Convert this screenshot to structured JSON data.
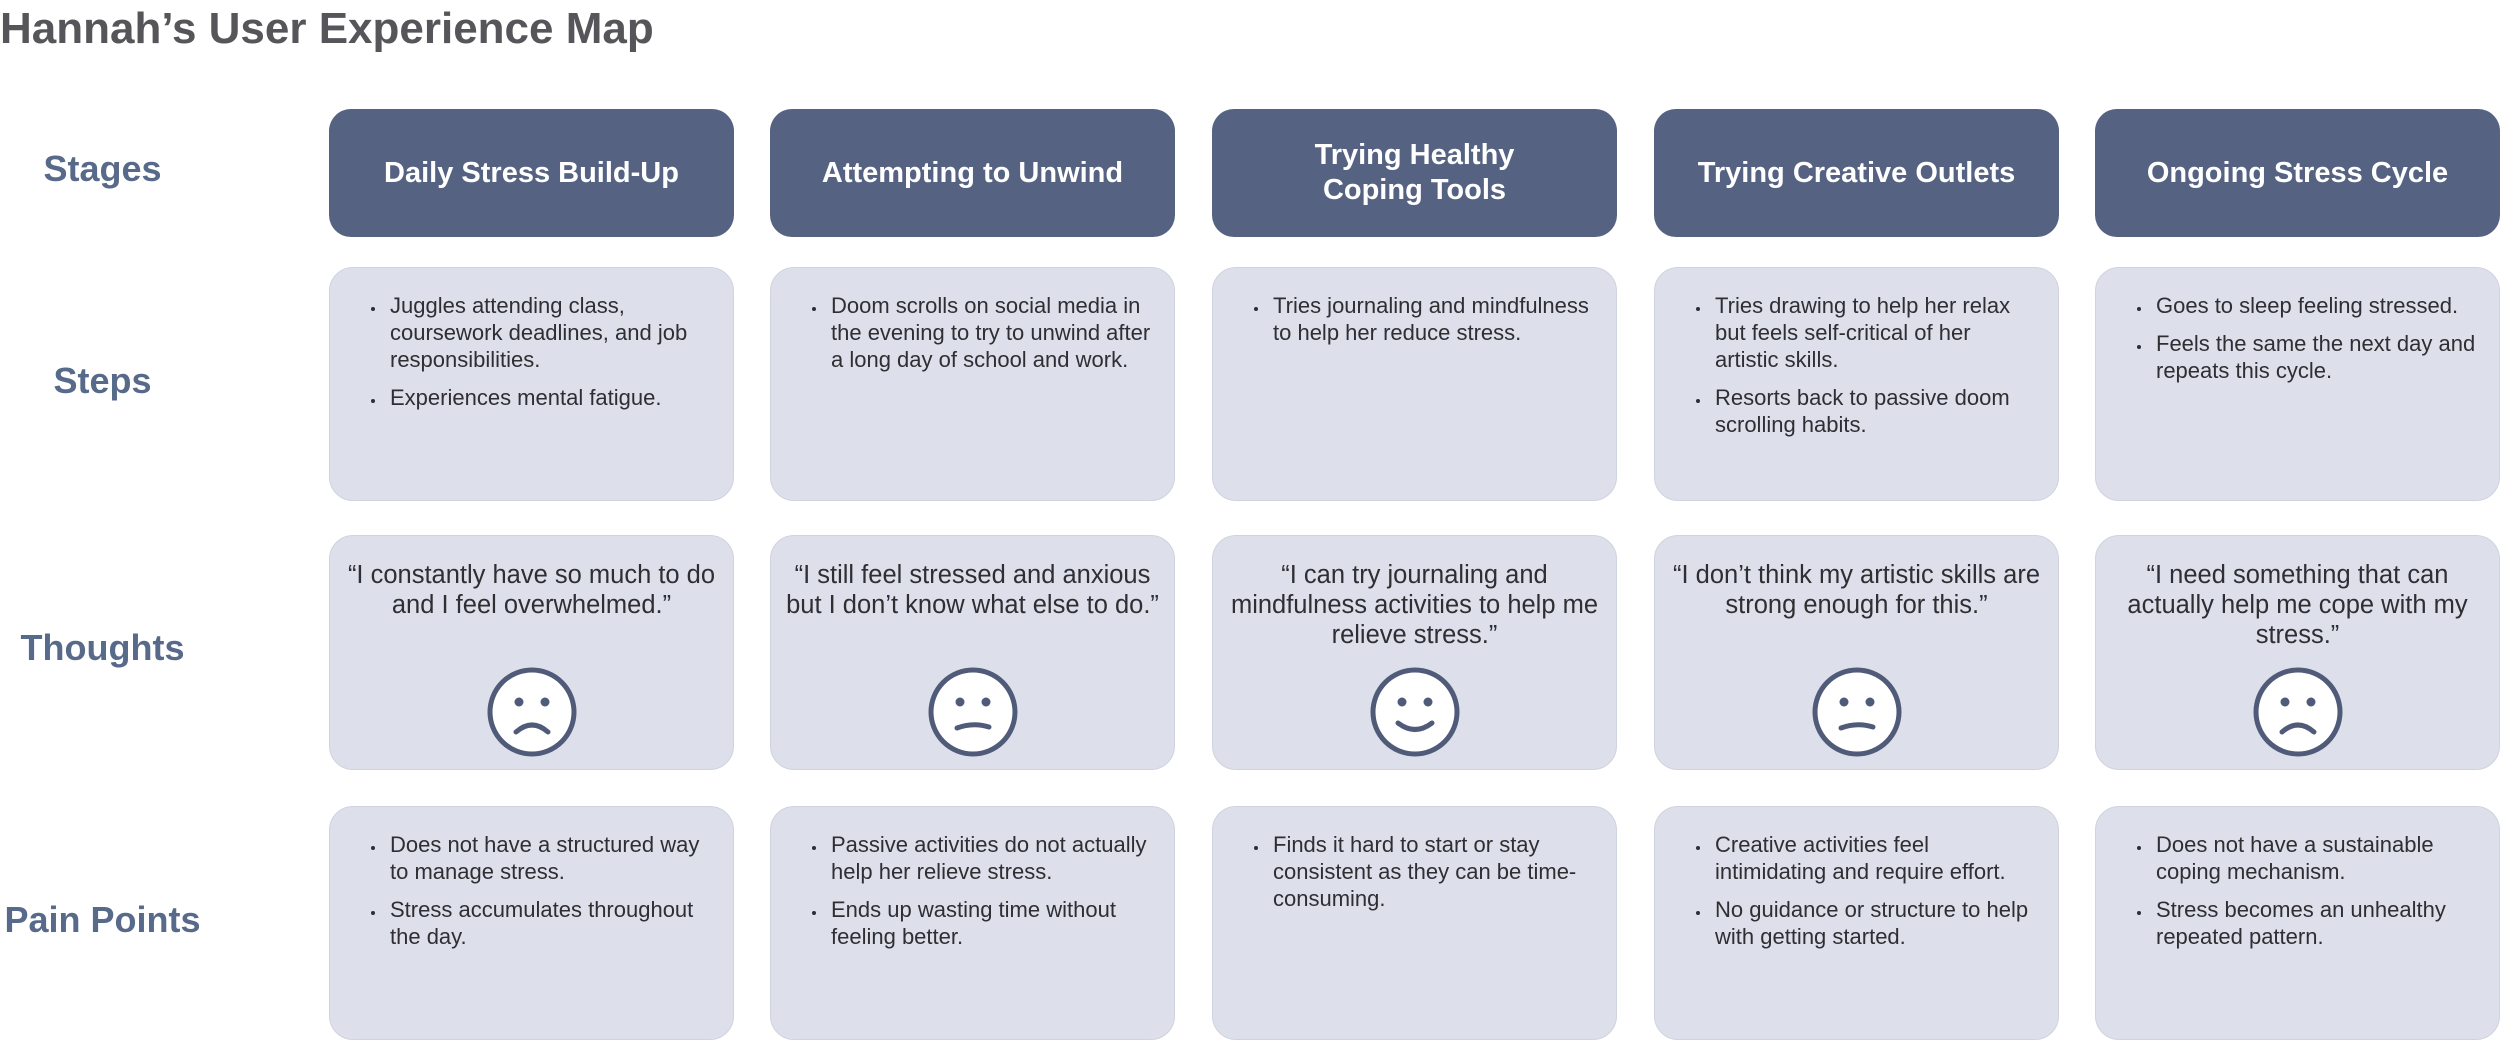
{
  "title": "Hannah’s User Experience Map",
  "row_labels": {
    "stages": "Stages",
    "steps": "Steps",
    "thoughts": "Thoughts",
    "pain_points": "Pain Points"
  },
  "columns": [
    {
      "stage": "Daily Stress Build-Up",
      "steps": [
        "Juggles attending class, coursework deadlines, and job responsibilities.",
        "Experiences mental fatigue."
      ],
      "thought": "“I constantly have so much to do and I feel overwhelmed.”",
      "emotion_icon": "sad-face-icon",
      "pain_points": [
        "Does not have a structured way to manage stress.",
        "Stress accumulates throughout the day."
      ]
    },
    {
      "stage": "Attempting to Unwind",
      "steps": [
        "Doom scrolls on social media in the evening to try to unwind after a long day of school and work."
      ],
      "thought": "“I still feel stressed and anxious but I don’t know what else to do.”",
      "emotion_icon": "neutral-face-icon",
      "pain_points": [
        "Passive activities do not actually help her relieve stress.",
        "Ends up wasting time without feeling better."
      ]
    },
    {
      "stage": "Trying Healthy\nCoping Tools",
      "steps": [
        "Tries journaling and mindfulness to help her reduce stress."
      ],
      "thought": "“I can try journaling and mindfulness activities to help me relieve stress.”",
      "emotion_icon": "happy-face-icon",
      "pain_points": [
        "Finds it hard to start or stay consistent as they can be time-consuming."
      ]
    },
    {
      "stage": "Trying Creative Outlets",
      "steps": [
        "Tries drawing to help her relax but feels self-critical of her artistic skills.",
        "Resorts back to passive doom scrolling habits."
      ],
      "thought": "“I don’t think my artistic skills are strong enough for this.”",
      "emotion_icon": "neutral-face-icon",
      "pain_points": [
        "Creative activities feel intimidating and require effort.",
        "No guidance or structure to help with getting started."
      ]
    },
    {
      "stage": "Ongoing Stress Cycle",
      "steps": [
        "Goes to sleep feeling stressed.",
        "Feels the same the next day and repeats this cycle."
      ],
      "thought": "“I need something that can actually help me cope with my stress.”",
      "emotion_icon": "sad-face-icon",
      "pain_points": [
        "Does not have a sustainable coping mechanism.",
        "Stress becomes an unhealthy repeated pattern."
      ]
    }
  ],
  "colors": {
    "stage_fill": "#556282",
    "card_fill": "#dde0ea",
    "label_text": "#586a8a",
    "face_stroke": "#4f5b78"
  }
}
